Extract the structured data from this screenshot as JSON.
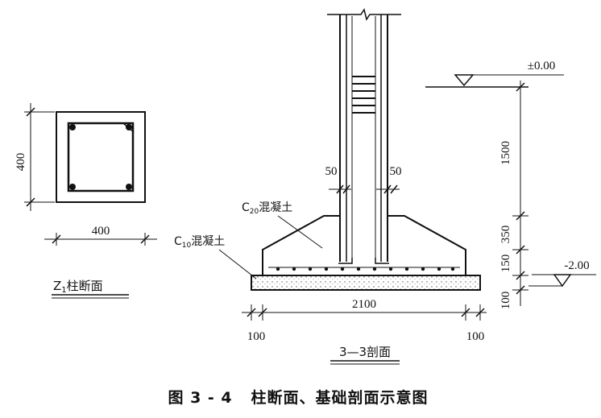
{
  "column_section": {
    "dim_height": "400",
    "dim_width": "400",
    "title_prefix": "Z",
    "title_subscript": "1",
    "title_suffix": "柱断面"
  },
  "foundation_section": {
    "elev_top": "±0.00",
    "elev_bottom": "-2.00",
    "dim_depth": "1500",
    "dim_taper": "350",
    "dim_base": "150",
    "dim_cushion": "100",
    "dim_collar_left": "50",
    "dim_collar_right": "50",
    "dim_width": "2100",
    "dim_left_offset": "100",
    "dim_right_offset": "100",
    "concrete_upper_prefix": "C",
    "concrete_upper_sub": "20",
    "concrete_upper_suffix": "混凝土",
    "concrete_lower_prefix": "C",
    "concrete_lower_sub": "10",
    "concrete_lower_suffix": "混凝土",
    "title": "3—3剖面"
  },
  "caption": "图 3 - 4   柱断面、基础剖面示意图"
}
